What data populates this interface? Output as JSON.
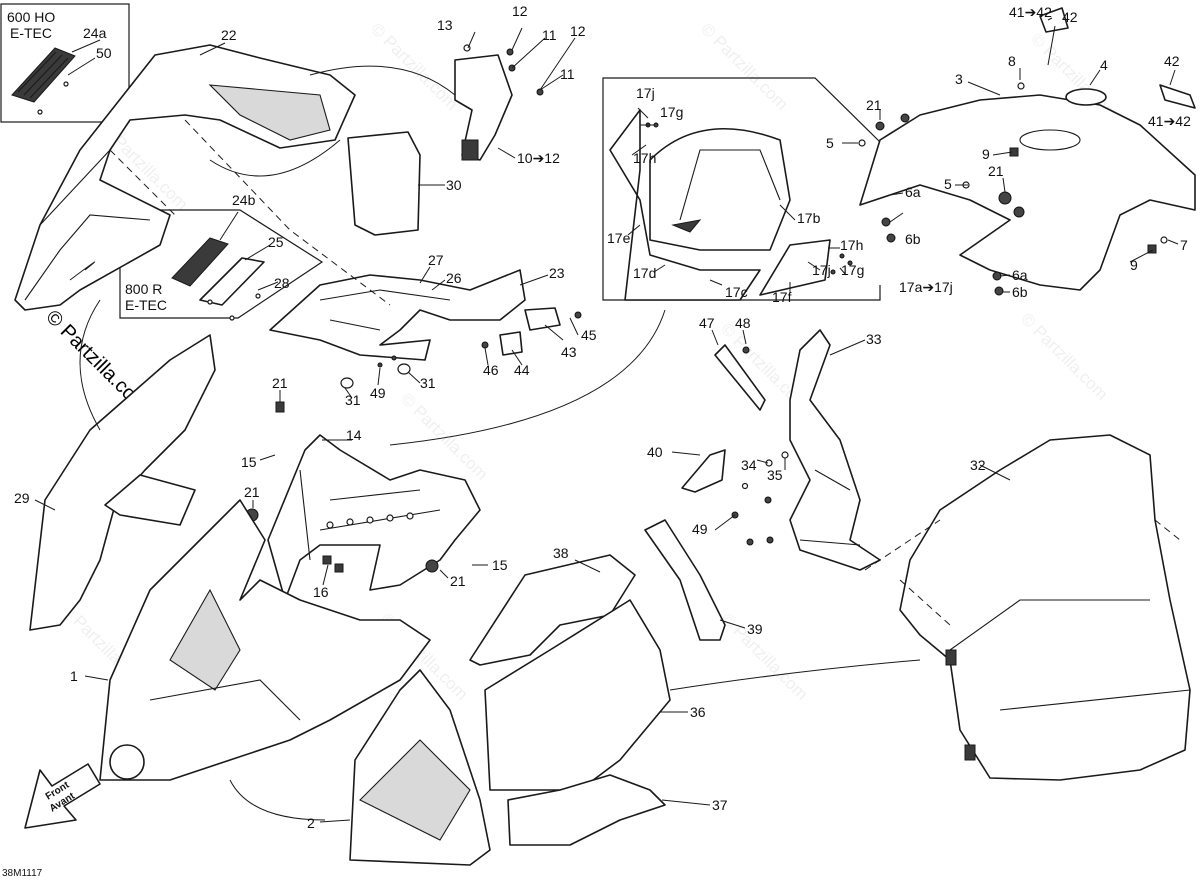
{
  "diagram": {
    "code": "38M1117",
    "watermark": "© Partzilla.com",
    "front_arrow": {
      "line1": "Front",
      "line2": "Avant"
    },
    "boxes": [
      {
        "id": "600ho",
        "line1": "600 HO",
        "line2": "E-TEC"
      },
      {
        "id": "800r",
        "line1": "800 R",
        "line2": "E-TEC"
      }
    ],
    "callouts": [
      "24a",
      "50",
      "22",
      "13",
      "12",
      "11",
      "12",
      "11",
      "10➔12",
      "30",
      "24b",
      "25",
      "28",
      "27",
      "26",
      "23",
      "45",
      "43",
      "46",
      "44",
      "31",
      "49",
      "31",
      "21",
      "14",
      "15",
      "21",
      "16",
      "15",
      "21",
      "29",
      "1",
      "2",
      "38",
      "39",
      "36",
      "37",
      "17j",
      "17g",
      "17h",
      "17e",
      "17b",
      "17h",
      "17d",
      "17c",
      "17j",
      "17g",
      "17f",
      "17a➔17j",
      "41➔42",
      "42",
      "8",
      "3",
      "4",
      "42",
      "41➔42",
      "21",
      "5",
      "9",
      "6a",
      "6b",
      "5",
      "21",
      "7",
      "9",
      "6a",
      "6b",
      "47",
      "48",
      "33",
      "40",
      "34",
      "35",
      "49",
      "32"
    ]
  }
}
